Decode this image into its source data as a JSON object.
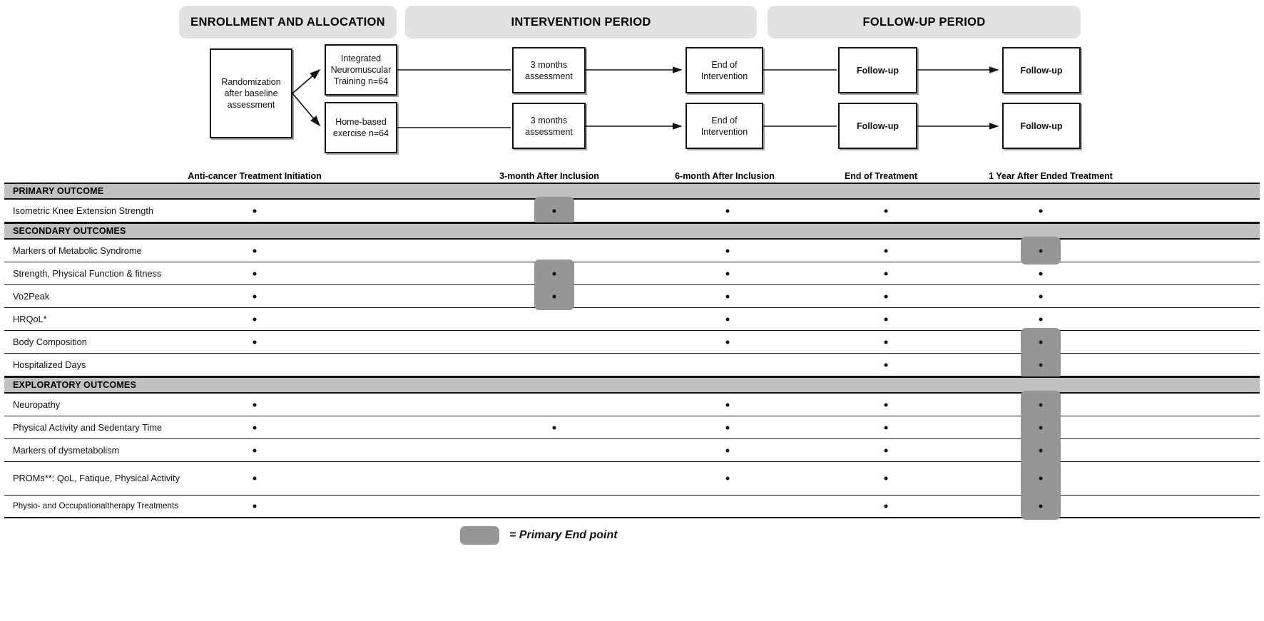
{
  "phases": [
    {
      "label": "ENROLLMENT AND ALLOCATION"
    },
    {
      "label": "INTERVENTION PERIOD"
    },
    {
      "label": "FOLLOW-UP  PERIOD"
    }
  ],
  "flow": {
    "randomization": "Randomization after baseline assessment",
    "arm_intervention": "Integrated Neuromuscular Training n=64",
    "arm_control": "Home-based exercise n=64",
    "assessment_3m_arm1": "3 months assessment",
    "assessment_3m_arm2": "3 months assessment",
    "end_intervention_arm1": "End of Intervention",
    "end_intervention_arm2": "End of Intervention",
    "followup1_arm1": "Follow-up",
    "followup1_arm2": "Follow-up",
    "followup2_arm1": "Follow-up",
    "followup2_arm2": "Follow-up"
  },
  "timepoints": [
    {
      "label": "Anti-cancer Treatment Initiation"
    },
    {
      "label": "3-month After Inclusion"
    },
    {
      "label": "6-month After Inclusion"
    },
    {
      "label": "End of  Treatment"
    },
    {
      "label": "1 Year After Ended Treatment"
    }
  ],
  "schedule": {
    "sections": [
      {
        "title": "PRIMARY OUTCOME",
        "rows": [
          {
            "label": "Isometric Knee Extension Strength",
            "marks": [
              1,
              1,
              1,
              1,
              1
            ],
            "highlight": [
              0,
              1,
              0,
              0,
              0
            ]
          }
        ]
      },
      {
        "title": "SECONDARY OUTCOMES",
        "rows": [
          {
            "label": "Markers of Metabolic Syndrome",
            "marks": [
              1,
              0,
              1,
              1,
              1
            ],
            "highlight": [
              0,
              0,
              0,
              0,
              1
            ]
          },
          {
            "label": "Strength, Physical Function & fitness",
            "marks": [
              1,
              1,
              1,
              1,
              1
            ],
            "highlight": [
              0,
              1,
              0,
              0,
              0
            ]
          },
          {
            "label": "Vo2Peak",
            "marks": [
              1,
              1,
              1,
              1,
              1
            ],
            "highlight": [
              0,
              1,
              0,
              0,
              0
            ]
          },
          {
            "label": "HRQoL*",
            "marks": [
              1,
              0,
              1,
              1,
              1
            ],
            "highlight": [
              0,
              0,
              0,
              0,
              0
            ]
          },
          {
            "label": "Body Composition",
            "marks": [
              1,
              0,
              1,
              1,
              1
            ],
            "highlight": [
              0,
              0,
              0,
              0,
              1
            ]
          },
          {
            "label": "Hospitalized Days",
            "marks": [
              0,
              0,
              0,
              1,
              1
            ],
            "highlight": [
              0,
              0,
              0,
              0,
              1
            ]
          }
        ]
      },
      {
        "title": "EXPLORATORY OUTCOMES",
        "rows": [
          {
            "label": "Neuropathy",
            "marks": [
              1,
              0,
              1,
              1,
              1
            ],
            "highlight": [
              0,
              0,
              0,
              0,
              1
            ]
          },
          {
            "label": "Physical Activity and Sedentary Time",
            "marks": [
              1,
              1,
              1,
              1,
              1
            ],
            "highlight": [
              0,
              0,
              0,
              0,
              1
            ]
          },
          {
            "label": "Markers of dysmetabolism",
            "marks": [
              1,
              0,
              1,
              1,
              1
            ],
            "highlight": [
              0,
              0,
              0,
              0,
              1
            ]
          },
          {
            "label": "PROMs**: QoL, Fatique, Physical Activity",
            "marks": [
              1,
              0,
              1,
              1,
              1
            ],
            "highlight": [
              0,
              0,
              0,
              0,
              1
            ],
            "tall": true
          },
          {
            "label": "Physio- and Occupationaltherapy Treatments",
            "marks": [
              1,
              0,
              0,
              1,
              1
            ],
            "highlight": [
              0,
              0,
              0,
              0,
              1
            ],
            "small": true
          }
        ]
      }
    ]
  },
  "legend": {
    "text": "= Primary End point"
  },
  "colors": {
    "banner_bg": "#e2e2e2",
    "section_bg": "#c0c0c0",
    "highlight": "#969696",
    "line": "#111111"
  }
}
